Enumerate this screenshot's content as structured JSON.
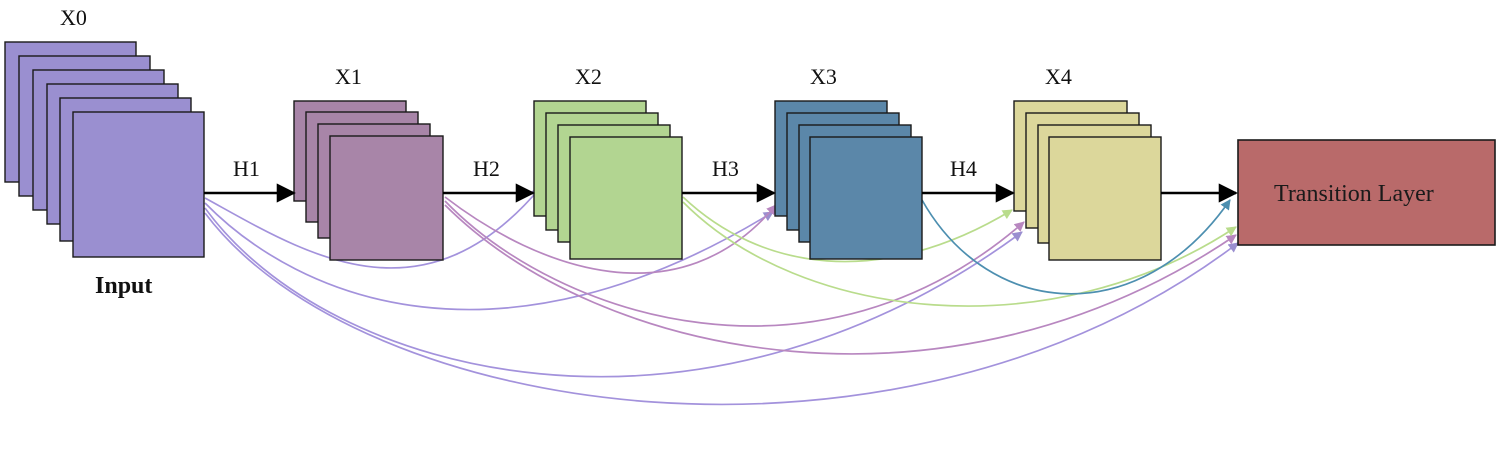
{
  "stages": [
    {
      "id": "x0",
      "label": "X0",
      "sublabel": "Input",
      "color": "#9a8fd0",
      "arrow_color": "#a392dc"
    },
    {
      "id": "x1",
      "label": "X1",
      "color": "#a885a8",
      "arrow_color": "#b887c0"
    },
    {
      "id": "x2",
      "label": "X2",
      "color": "#b2d591",
      "arrow_color": "#b9dc8c"
    },
    {
      "id": "x3",
      "label": "X3",
      "color": "#5b87a9",
      "arrow_color": "#4d8fb0"
    },
    {
      "id": "x4",
      "label": "X4",
      "color": "#dcd79b"
    }
  ],
  "transitions": [
    "H1",
    "H2",
    "H3",
    "H4"
  ],
  "transition_layer": {
    "label": "Transition Layer",
    "color": "#b96a6a"
  }
}
